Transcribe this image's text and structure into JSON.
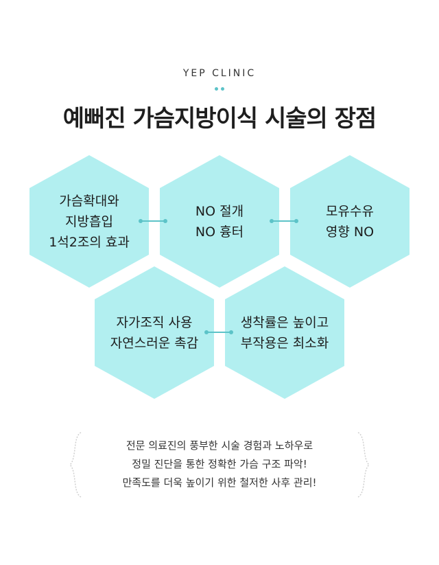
{
  "brand": "YEP CLINIC",
  "title": "예뻐진 가슴지방이식 시술의 장점",
  "hexagons": [
    {
      "lines": [
        "가슴확대와",
        "지방흡입",
        "1석2조의 효과"
      ]
    },
    {
      "lines": [
        "NO 절개",
        "NO 흉터"
      ]
    },
    {
      "lines": [
        "모유수유",
        "영향 NO"
      ]
    },
    {
      "lines": [
        "자가조직 사용",
        "자연스러운 촉감"
      ]
    },
    {
      "lines": [
        "생착률은 높이고",
        "부작용은 최소화"
      ]
    }
  ],
  "note": {
    "lines": [
      "전문 의료진의 풍부한 시술 경험과 노하우로",
      "정밀 진단을 통한 정확한 가슴 구조 파악!",
      "만족도를 더욱 높이기 위한 철저한 사후 관리!"
    ]
  },
  "colors": {
    "hex_fill": "#b2eff0",
    "accent": "#5cc3c8"
  }
}
